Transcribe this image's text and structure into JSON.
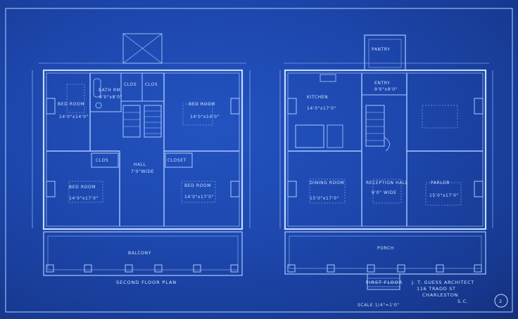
{
  "sheet": {
    "left_plan_title": "SECOND FLOOR PLAN",
    "right_plan_title": "FIRST FLOOR",
    "sheet_number": "2",
    "scale_note": "SCALE 1/4\"=1'0\"",
    "architect_lines": [
      "J. T. GUESS ARCHITECT",
      "116 TRADD ST",
      "CHARLESTON",
      "S.C."
    ]
  },
  "second_floor": {
    "rooms": [
      {
        "name": "BED ROOM",
        "dim": "14'0\"x14'0\""
      },
      {
        "name": "BATH RM",
        "dim": "8'0\"x8'0\""
      },
      {
        "name": "BED ROOM",
        "dim": "14'0\"x14'0\""
      },
      {
        "name": "HALL",
        "dim": "7'0\"WIDE"
      },
      {
        "name": "BED ROOM",
        "dim": "14'0\"x17'0\""
      },
      {
        "name": "BED ROOM",
        "dim": "14'0\"x17'0\""
      },
      {
        "name": "BALCONY",
        "dim": ""
      }
    ],
    "notes": [
      "CLOS",
      "CLOS",
      "CLOSET",
      "CLOS"
    ]
  },
  "first_floor": {
    "rooms": [
      {
        "name": "PANTRY",
        "dim": ""
      },
      {
        "name": "KITCHEN",
        "dim": "14'0\"x17'0\""
      },
      {
        "name": "ENTRY",
        "dim": "9'0\"x9'0\""
      },
      {
        "name": "DINING ROOM",
        "dim": "15'0\"x17'0\""
      },
      {
        "name": "RECEPTION HALL",
        "dim": "9'0\" WIDE"
      },
      {
        "name": "PARLOR",
        "dim": "15'0\"x17'0\""
      },
      {
        "name": "PORCH",
        "dim": ""
      }
    ]
  },
  "colors": {
    "paper": "#1d47ad",
    "line": "#9ec2ff",
    "line_bright": "#d6e6ff"
  }
}
